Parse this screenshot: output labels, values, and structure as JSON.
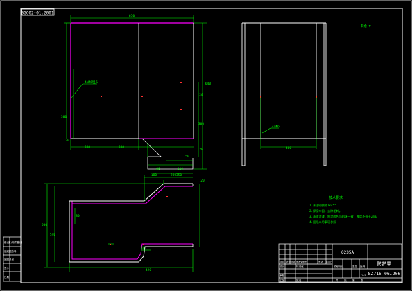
{
  "drawing": {
    "stamp_top_left": "SGC02-01.2001",
    "drawing_number": "SZ716-06.206",
    "part_name": "防护罩",
    "material": "Q235A",
    "scale_text": "1:5",
    "tech_requirements_title": "技术要求",
    "tech_requirements": [
      "1.未注明倒角1x45°",
      "2.焊接牢固，去除毛刺。",
      "3.表面涂漆，喷涂颜色与机床一致，厚度不低于2mm。",
      "4.图纸未尽事项参照"
    ],
    "roughness_note": "其余 ∇",
    "leader_note_front": "4xM6埋头",
    "leader_note_side": "4xΦ6",
    "front_dims": {
      "top_width": "650",
      "sub_left": "300",
      "sub_mid": "300",
      "right_height": "640",
      "right_small_1": "20",
      "right_small_2": "300",
      "right_small_3": "20",
      "left_height": "300",
      "bottom_a": "50",
      "bottom_b": "60",
      "bottom_c": "110",
      "bottom_d": "200",
      "bottom_e": "20"
    },
    "side_dims": {
      "bottom_width": "400"
    },
    "profile_dims": {
      "top_a": "100",
      "top_b": "350",
      "top_c": "20",
      "height_total": "600",
      "height_inner": "540",
      "bottom_width": "420",
      "left_small": "80",
      "mid_small": "20"
    },
    "title_block": {
      "row_labels": [
        "标记",
        "处数",
        "分区",
        "更改文件号",
        "签名",
        "年月日"
      ],
      "design": "设计",
      "review": "审核",
      "process": "工艺",
      "standard": "标准化",
      "approve": "批准",
      "stage_labels": [
        "阶段标记",
        "重量",
        "比例"
      ],
      "sheet_info": [
        "共",
        "张",
        "第",
        "张"
      ]
    },
    "left_margin_labels": [
      "借(通)用件登记",
      "旧底图总号",
      "底图总号",
      "签字",
      "日期"
    ]
  }
}
